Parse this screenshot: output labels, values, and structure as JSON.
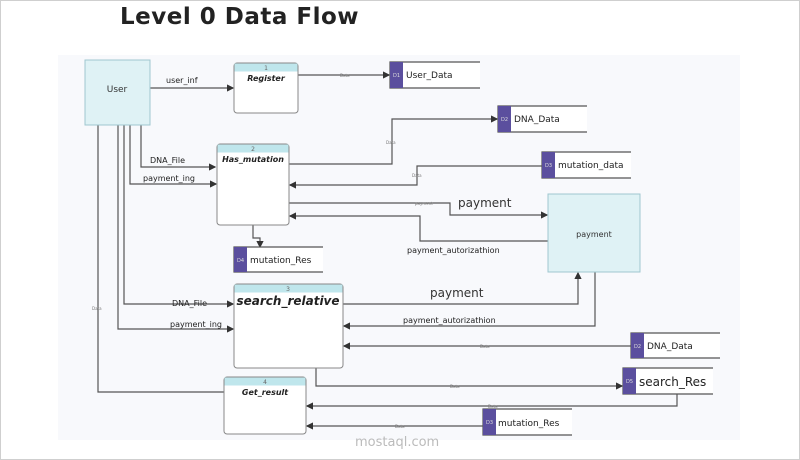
{
  "title": "Level 0 Data Flow",
  "entities": {
    "user": "User",
    "payment": "payment"
  },
  "processes": [
    {
      "num": "1",
      "name": "Register"
    },
    {
      "num": "2",
      "name": "Has_mutation"
    },
    {
      "num": "3",
      "name": "search_relative"
    },
    {
      "num": "4",
      "name": "Get_result"
    }
  ],
  "stores": [
    {
      "id": "D1",
      "name": "User_Data"
    },
    {
      "id": "D2",
      "name": "DNA_Data"
    },
    {
      "id": "D3",
      "name": "mutation_data"
    },
    {
      "id": "D4",
      "name": "mutation_Res"
    },
    {
      "id": "D2",
      "name": "DNA_Data"
    },
    {
      "id": "D5",
      "name": "search_Res"
    },
    {
      "id": "D3",
      "name": "mutation_Res"
    }
  ],
  "flows": {
    "user_inf": "user_inf",
    "dna_file": "DNA_File",
    "payment_ing": "payment_ing",
    "payment": "payment",
    "payment_auth": "payment_autorizathion",
    "data": "Data",
    "payment_small": "payment"
  },
  "watermark": "mostaql.com",
  "colors": {
    "entity_fill": "#dff2f5",
    "store_tab": "#5b4f9e",
    "canvas": "#f8f9fc"
  }
}
